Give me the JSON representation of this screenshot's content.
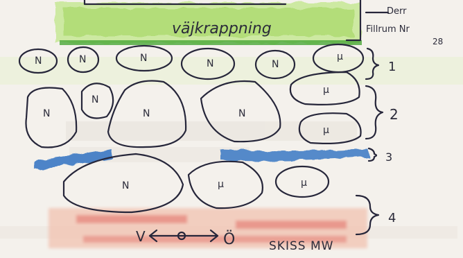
{
  "sketch": {
    "top_label": "väjkrappning",
    "corner_note_line1": "Derr",
    "corner_note_line2": "Fillrum Nr",
    "corner_note_line3": "28",
    "stone_label": "N",
    "stone_labels_alt": "μ",
    "layers": [
      {
        "number": "1"
      },
      {
        "number": "2"
      },
      {
        "number": "3"
      },
      {
        "number": "4"
      }
    ],
    "direction_left": "V",
    "direction_right": "Ö",
    "signature": "SKISS MW"
  },
  "colors": {
    "paper": "#f4f1ec",
    "green_band": "#b6e07a",
    "blue_band": "#3a78c4",
    "red_band": "#e3746a",
    "ink": "#26263a"
  }
}
